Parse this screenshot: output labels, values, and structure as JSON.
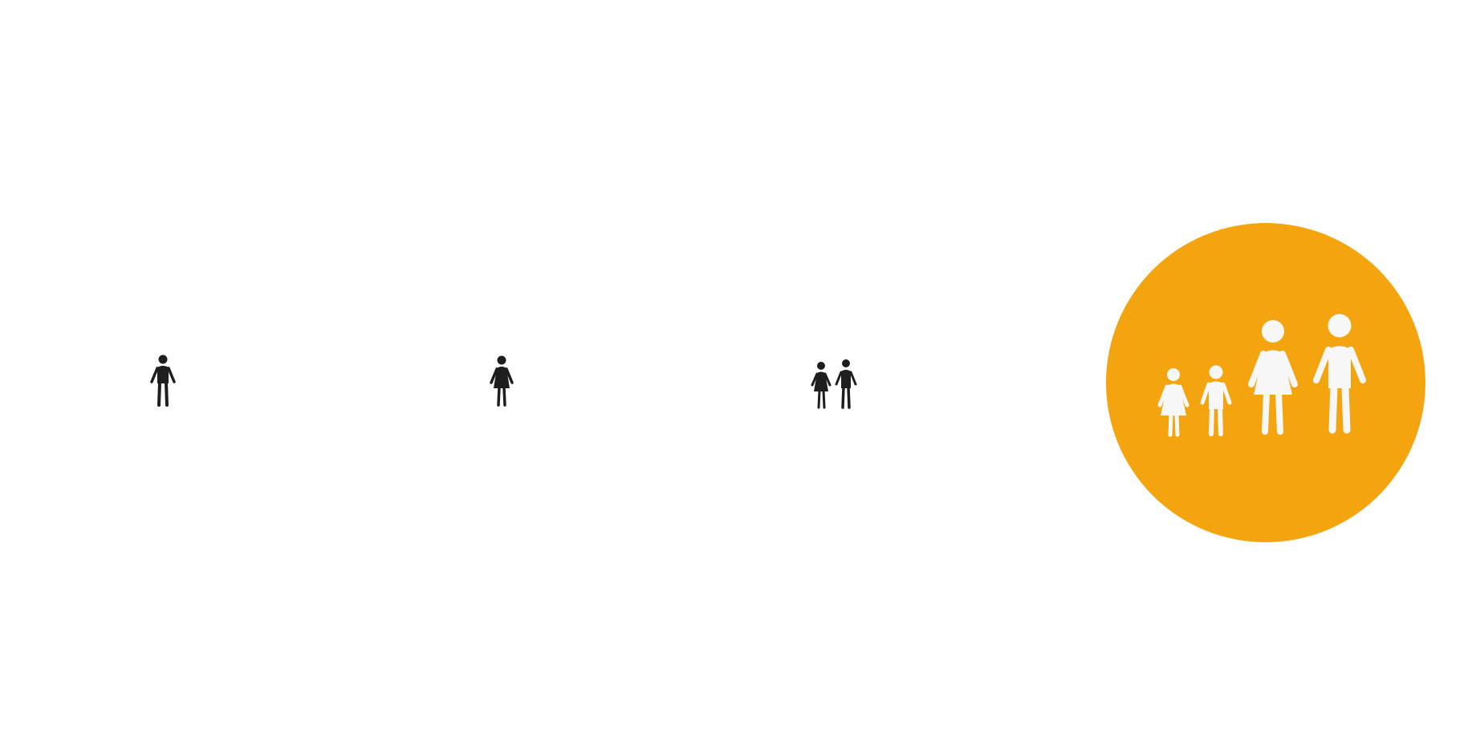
{
  "colors": {
    "icon_default": "#1e1e1e",
    "icon_selected": "#f7f7f7",
    "selected_background": "#f4a40f",
    "page_background": "#ffffff"
  },
  "options": [
    {
      "id": "single-male",
      "icon": "male-person-icon",
      "selected": false
    },
    {
      "id": "single-female",
      "icon": "female-person-icon",
      "selected": false
    },
    {
      "id": "two-children",
      "icon": "two-children-icon",
      "selected": false
    },
    {
      "id": "family",
      "icon": "family-icon",
      "selected": true
    }
  ]
}
